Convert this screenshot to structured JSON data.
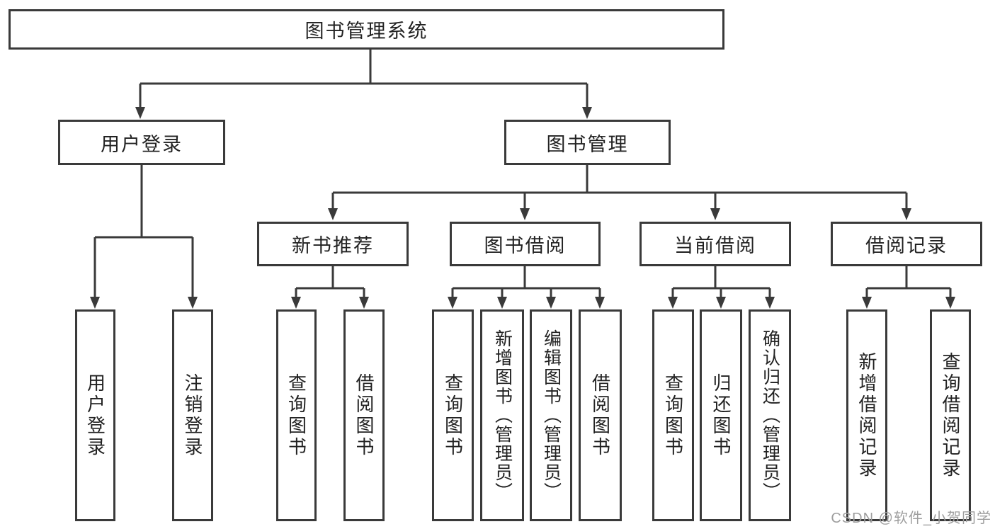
{
  "nodes": {
    "root": {
      "label": "图书管理系统"
    },
    "user_login_group": {
      "label": "用户登录"
    },
    "book_mgmt": {
      "label": "图书管理"
    },
    "new_book_rec": {
      "label": "新书推荐"
    },
    "book_borrow": {
      "label": "图书借阅"
    },
    "current_borrow": {
      "label": "当前借阅"
    },
    "borrow_records": {
      "label": "借阅记录"
    },
    "user_login": {
      "label": "用户登录"
    },
    "logout": {
      "label": "注销登录"
    },
    "nbr_query": {
      "label": "查询图书"
    },
    "nbr_borrow": {
      "label": "借阅图书"
    },
    "bb_query": {
      "label": "查询图书"
    },
    "bb_add": {
      "label": "新增图书（管理员）"
    },
    "bb_edit": {
      "label": "编辑图书（管理员）"
    },
    "bb_borrow": {
      "label": "借阅图书"
    },
    "cb_query": {
      "label": "查询图书"
    },
    "cb_return": {
      "label": "归还图书"
    },
    "cb_confirm": {
      "label": "确认归还（管理员）"
    },
    "br_add": {
      "label": "新增借阅记录"
    },
    "br_query": {
      "label": "查询借阅记录"
    }
  },
  "watermark": {
    "text": "CSDN @软件_小贺同学"
  },
  "colors": {
    "line": "#3a3a3a",
    "text": "#222222",
    "background": "#ffffff",
    "watermark": "#9e9e9e"
  }
}
